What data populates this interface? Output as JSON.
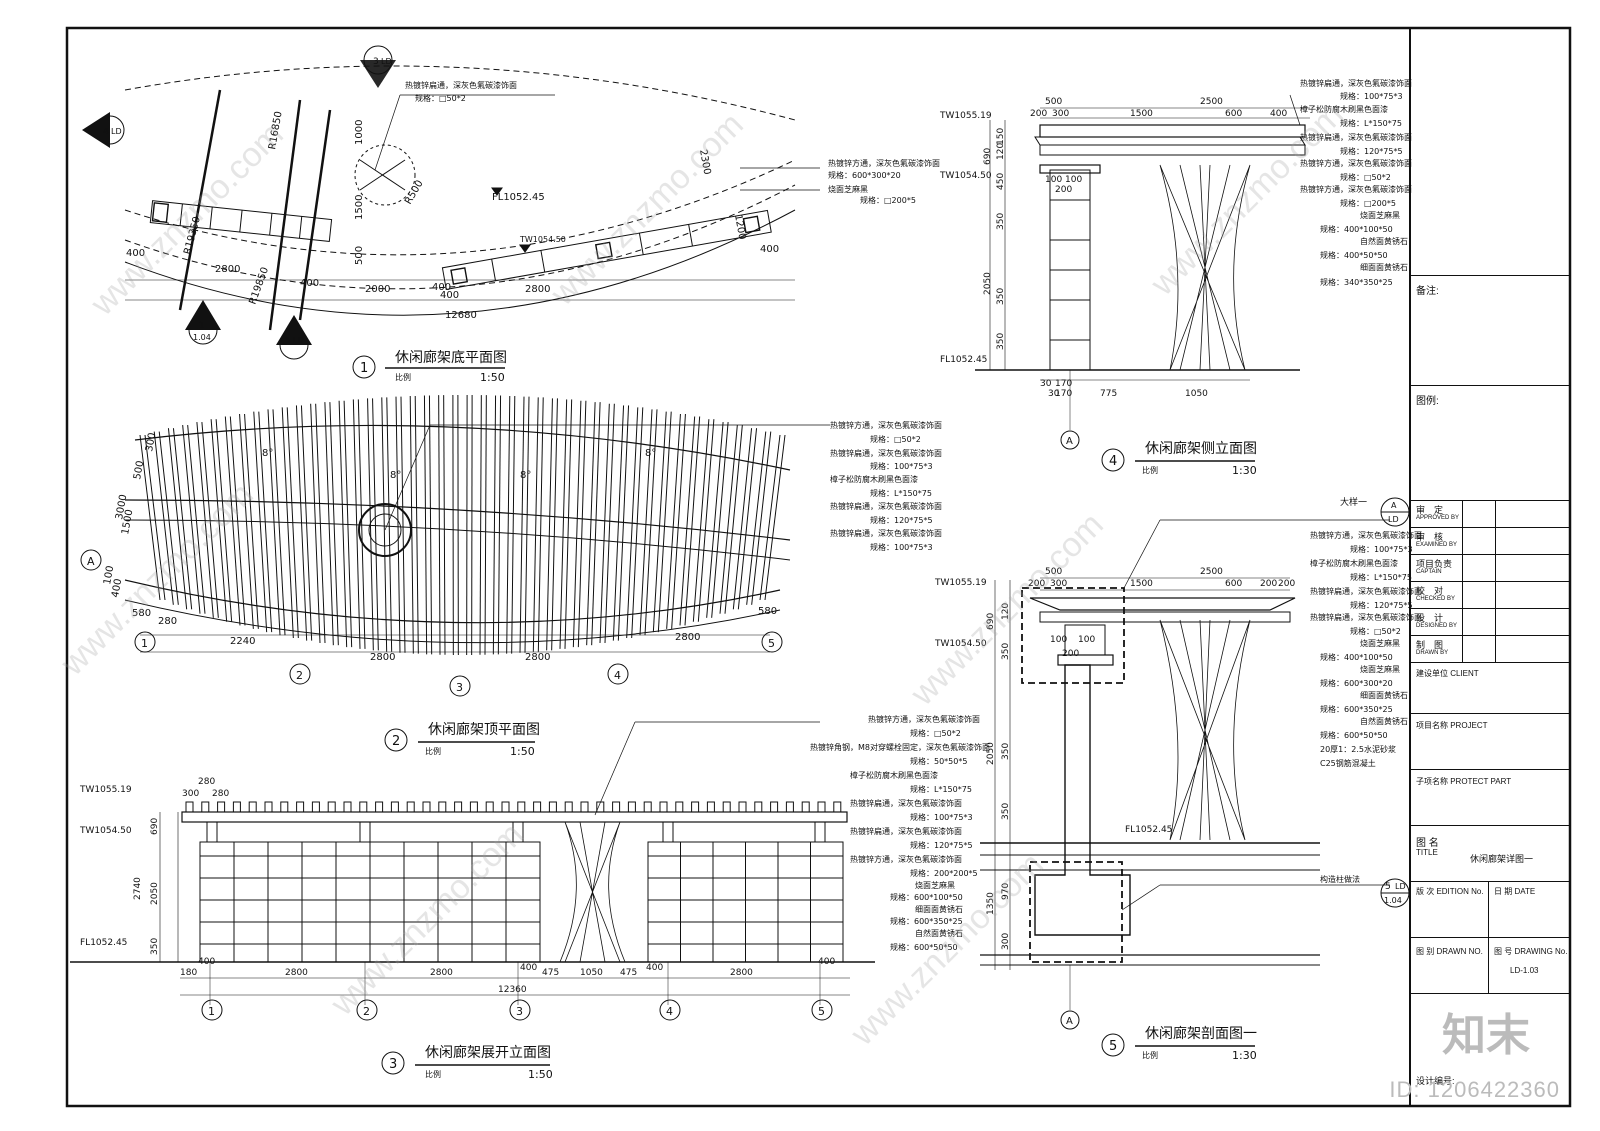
{
  "plan_views": {
    "v1": {
      "num": "1",
      "title": "休闲廊架底平面图",
      "scale_label": "比例",
      "scale": "1:50"
    },
    "v2": {
      "num": "2",
      "title": "休闲廊架顶平面图",
      "scale_label": "比例",
      "scale": "1:50"
    },
    "v3": {
      "num": "3",
      "title": "休闲廊架展开立面图",
      "scale_label": "比例",
      "scale": "1:50"
    },
    "v4": {
      "num": "4",
      "title": "休闲廊架侧立面图",
      "scale_label": "比例",
      "scale": "1:30"
    },
    "v5": {
      "num": "5",
      "title": "休闲廊架剖面图一",
      "scale_label": "比例",
      "scale": "1:30"
    }
  },
  "view1": {
    "dims": [
      "400",
      "2800",
      "400",
      "2000",
      "400",
      "2800",
      "400",
      "12680",
      "R16850",
      "R19350",
      "R19850",
      "1000",
      "1500",
      "500",
      "2300",
      "1200",
      "R500",
      "400"
    ],
    "elev": [
      "FL1052.45",
      "TW1054.50"
    ],
    "notes": [
      "热镀锌扁通，深灰色氟碳漆饰面",
      "规格：□50*2",
      "热镀锌方通，深灰色氟碳漆饰面",
      "规格：600*300*20",
      "规格：□200*5",
      "烧面芝麻黑"
    ],
    "markers": [
      "3",
      "LD",
      "4",
      "LD",
      "1",
      "1.04",
      "5",
      "LD"
    ]
  },
  "view2": {
    "dims": [
      "8°",
      "8°",
      "8°",
      "8°",
      "300",
      "500",
      "3000",
      "1500",
      "100",
      "400",
      "580",
      "2240",
      "2800",
      "2800",
      "2800",
      "580",
      "280"
    ],
    "grid": [
      "1",
      "2",
      "3",
      "4",
      "5",
      "A"
    ],
    "notes": [
      "热镀锌方通，深灰色氟碳漆饰面",
      "规格：□50*2",
      "热镀锌扁通，深灰色氟碳漆饰面",
      "规格：100*75*3",
      "樟子松防腐木刷黑色面漆",
      "规格：L*150*75",
      "热镀锌扁通，深灰色氟碳漆饰面",
      "规格：120*75*5",
      "热镀锌扁通，深灰色氟碳漆饰面",
      "规格：100*75*3"
    ]
  },
  "view3": {
    "elev": [
      "TW1055.19",
      "TW1054.50",
      "FL1052.45"
    ],
    "dims_top": [
      "280",
      "300",
      "280"
    ],
    "dims_left": [
      "690",
      "2740",
      "2050",
      "350"
    ],
    "dims_bottom": [
      "180",
      "400",
      "2800",
      "2800",
      "400",
      "475",
      "1050",
      "475",
      "400",
      "2800",
      "400",
      "12360"
    ],
    "grid": [
      "1",
      "2",
      "3",
      "4",
      "5"
    ],
    "notes": [
      "热镀锌方通，深灰色氟碳漆饰面",
      "规格：□50*2",
      "热镀锌角钢，M8对穿螺栓固定，深灰色氟碳漆饰面",
      "规格：50*50*5",
      "樟子松防腐木刷黑色面漆",
      "规格：L*150*75",
      "热镀锌扁通，深灰色氟碳漆饰面",
      "规格：100*75*3",
      "热镀锌扁通，深灰色氟碳漆饰面",
      "规格：120*75*5",
      "热镀锌方通，深灰色氟碳漆饰面",
      "规格：200*200*5",
      "烧面芝麻黑",
      "规格：600*100*50",
      "细面面黄锈石",
      "规格：600*350*25",
      "自然面黄锈石",
      "规格：600*50*50"
    ]
  },
  "view4": {
    "elev": [
      "TW1055.19",
      "TW1054.50",
      "FL1052.45"
    ],
    "dims_top": [
      "500",
      "2500",
      "200",
      "300",
      "1500",
      "600",
      "400"
    ],
    "dims_left": [
      "150",
      "120",
      "690",
      "450",
      "350",
      "2050",
      "350",
      "350"
    ],
    "dims_bottom": [
      "170",
      "30",
      "30",
      "170",
      "775",
      "1050"
    ],
    "dims_mid": [
      "100",
      "100",
      "200"
    ],
    "grid": [
      "A"
    ],
    "notes": [
      "热镀锌扁通，深灰色氟碳漆饰面",
      "规格：100*75*3",
      "樟子松防腐木刷黑色面漆",
      "规格：L*150*75",
      "热镀锌扁通，深灰色氟碳漆饰面",
      "规格：120*75*5",
      "热镀锌方通，深灰色氟碳漆饰面",
      "规格：□50*2",
      "热镀锌方通，深灰色氟碳漆饰面",
      "规格：□200*5",
      "烧面芝麻黑",
      "规格：400*100*50",
      "自然面黄锈石",
      "规格：400*50*50",
      "细面面黄锈石",
      "规格：340*350*25"
    ]
  },
  "view5": {
    "elev": [
      "TW1055.19",
      "TW1054.50",
      "FL1052.45"
    ],
    "dims_top": [
      "500",
      "2500",
      "200",
      "300",
      "1500",
      "600",
      "200",
      "200"
    ],
    "dims_left": [
      "120",
      "690",
      "350",
      "2050",
      "350",
      "350",
      "1350",
      "970",
      "300"
    ],
    "dims_mid": [
      "100",
      "100",
      "200"
    ],
    "grid": [
      "A"
    ],
    "detail_label": "大样一",
    "detail_marker": [
      "A",
      "LD"
    ],
    "footing_label": "构造柱做法",
    "footing_marker": [
      "5",
      "LD",
      "1.04"
    ],
    "notes": [
      "热镀锌方通，深灰色氟碳漆饰面",
      "规格：100*75*3",
      "樟子松防腐木刷黑色面漆",
      "规格：L*150*75",
      "热镀锌扁通，深灰色氟碳漆饰面",
      "规格：120*75*5",
      "热镀锌扁通，深灰色氟碳漆饰面",
      "规格：□50*2",
      "烧面芝麻黑",
      "规格：400*100*50",
      "烧面芝麻黑",
      "规格：600*300*20",
      "细面面黄锈石",
      "规格：600*350*25",
      "自然面黄锈石",
      "规格：600*50*50",
      "20厚1：2.5水泥砂浆",
      "C25钢筋混凝土"
    ]
  },
  "title_block": {
    "remarks": "备注:",
    "legend": "图例:",
    "sign_rows": [
      {
        "cn": "审　定",
        "en": "APPROVED BY"
      },
      {
        "cn": "审　核",
        "en": "EXAMINED BY"
      },
      {
        "cn": "项目负责",
        "en": "CAPTAIN"
      },
      {
        "cn": "校　对",
        "en": "CHECKED BY"
      },
      {
        "cn": "设　计",
        "en": "DESIGNED BY"
      },
      {
        "cn": "制　图",
        "en": "DRAWN BY"
      }
    ],
    "client": "建设单位 CLIENT",
    "project": "项目名称 PROJECT",
    "subproject": "子项名称 PROTECT PART",
    "title_cn": "图 名",
    "title_en": "TITLE",
    "title_value": "休闲廊架详图一",
    "edition": "版 次 EDITION No.",
    "date": "日 期 DATE",
    "drawn_no": "图 别 DRAWN NO.",
    "drawing_no": "图 号 DRAWING No.",
    "drawing_no_value": "LD-1.03",
    "design_code": "设计编号:"
  },
  "watermarks": {
    "brand": "知末",
    "site": "www.znzmo.com",
    "id": "ID: 1206422360"
  }
}
